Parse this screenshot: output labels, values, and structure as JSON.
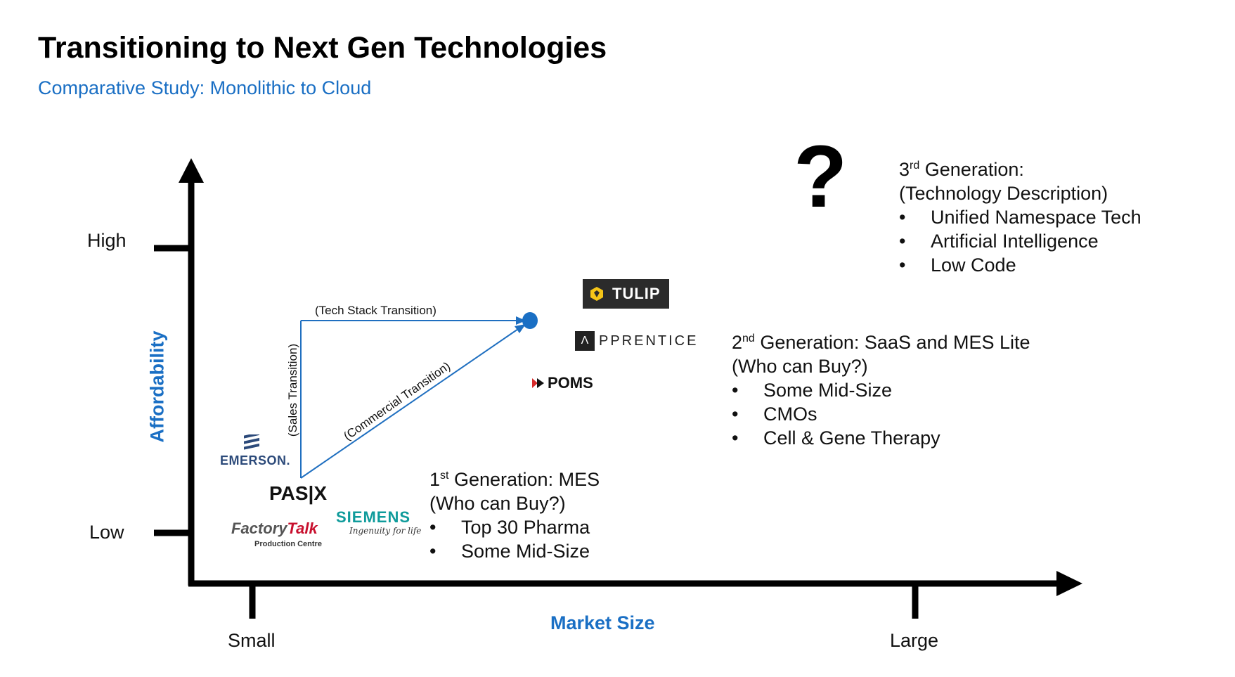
{
  "slide": {
    "title": "Transitioning to Next Gen Technologies",
    "subtitle": "Comparative Study: Monolithic to Cloud"
  },
  "axes": {
    "y_title": "Affordability",
    "y_high": "High",
    "y_low": "Low",
    "x_title": "Market Size",
    "x_small": "Small",
    "x_large": "Large"
  },
  "transitions": {
    "tech_stack": "(Tech Stack Transition)",
    "sales": "(Sales Transition)",
    "commercial": "(Commercial Transition)"
  },
  "logos": {
    "tulip": "TULIP",
    "apprentice_mark": "Λ",
    "apprentice": "PPRENTICE",
    "poms": "POMS",
    "emerson": "EMERSON.",
    "pasx": "PAS|X",
    "siemens": "SIEMENS",
    "siemens_tagline": "Ingenuity for life",
    "factorytalk_a": "Factory",
    "factorytalk_b": "Talk",
    "factorytalk_sub": "Production Centre"
  },
  "generations": {
    "first": {
      "num": "1",
      "sup": "st",
      "heading": " Generation: MES",
      "subheading": "(Who can Buy?)",
      "items": [
        "Top 30 Pharma",
        "Some Mid-Size"
      ]
    },
    "second": {
      "num": "2",
      "sup": "nd",
      "heading": " Generation: SaaS and MES Lite",
      "subheading": "(Who can Buy?)",
      "items": [
        "Some Mid-Size",
        "CMOs",
        "Cell & Gene Therapy"
      ]
    },
    "third": {
      "num": "3",
      "sup": "rd",
      "heading": " Generation:",
      "subheading": "(Technology Description)",
      "items": [
        "Unified Namespace Tech",
        "Artificial Intelligence",
        "Low Code"
      ]
    },
    "question_mark": "?",
    "bullet": "•"
  },
  "colors": {
    "accent_blue": "#1a6fc4",
    "arrow_blue": "#1f6fc0",
    "axis": "#000000"
  }
}
